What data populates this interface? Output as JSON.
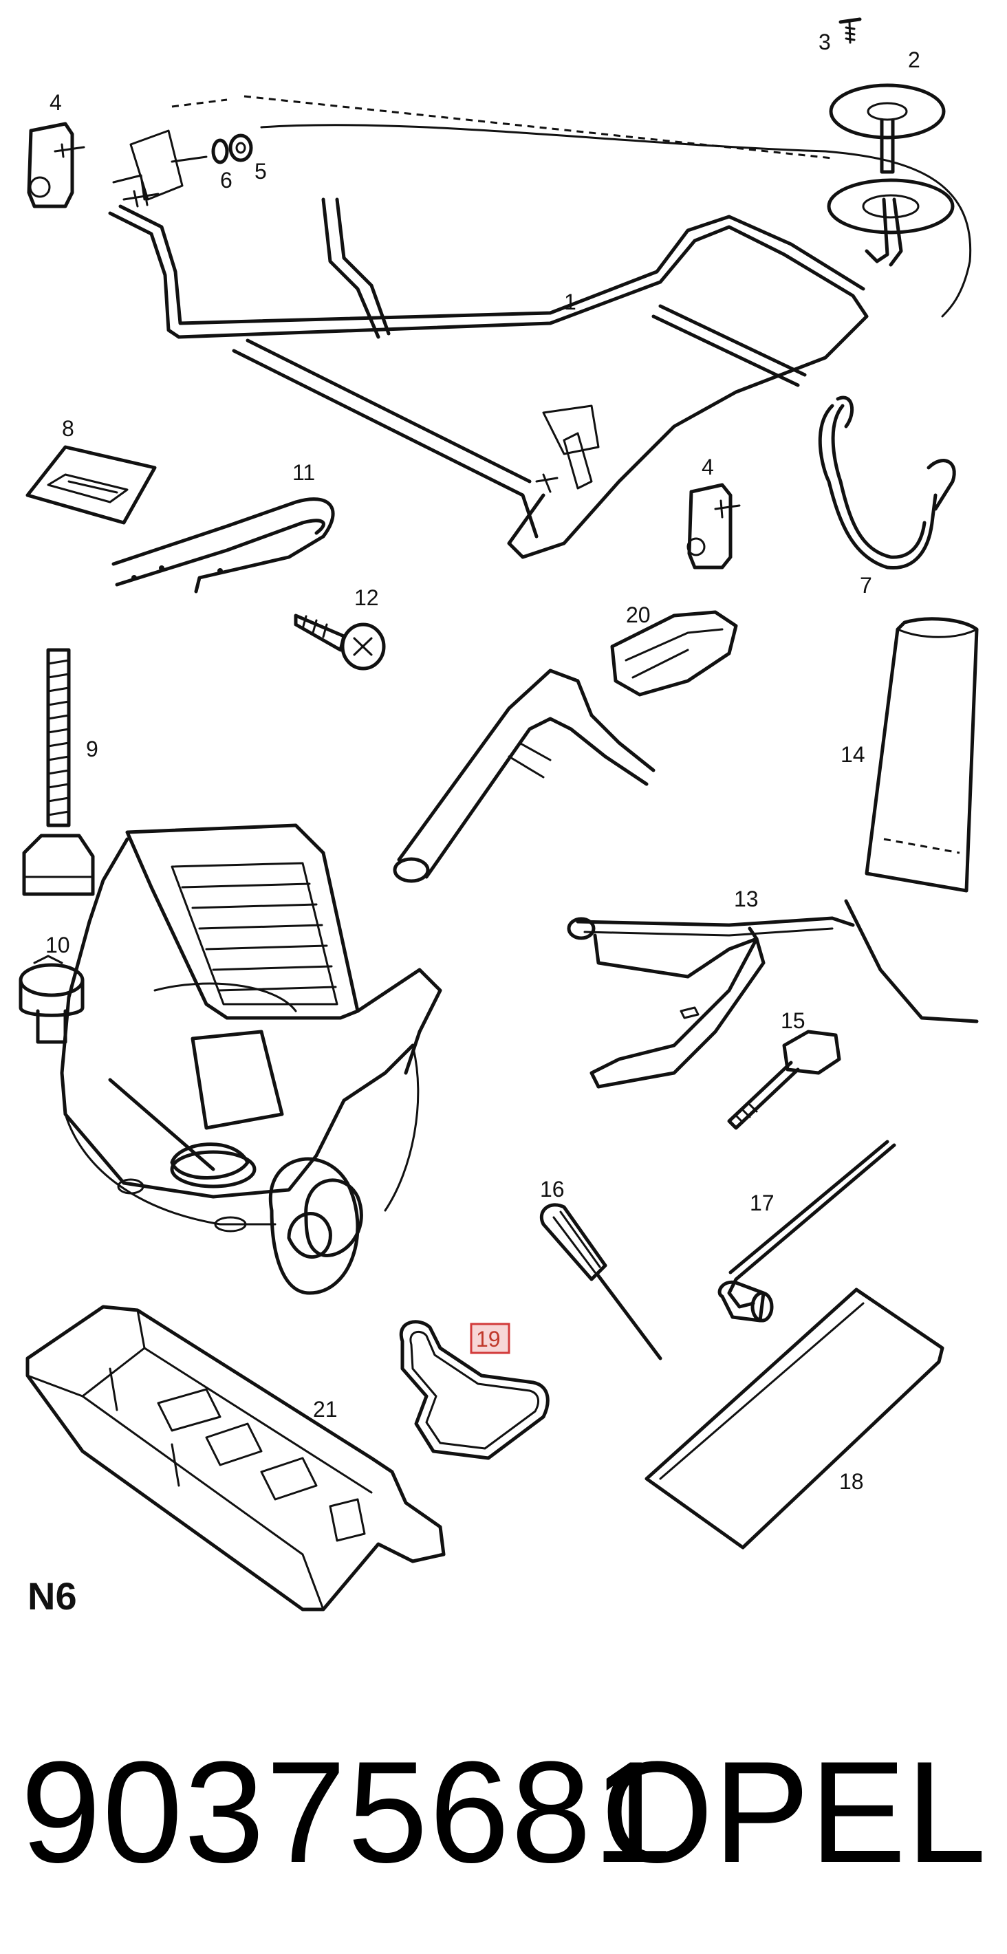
{
  "diagram": {
    "section_code": "N6",
    "callouts": [
      {
        "id": "c1",
        "label": "1"
      },
      {
        "id": "c2",
        "label": "2"
      },
      {
        "id": "c3",
        "label": "3"
      },
      {
        "id": "c4a",
        "label": "4"
      },
      {
        "id": "c5",
        "label": "5"
      },
      {
        "id": "c6",
        "label": "6"
      },
      {
        "id": "c4b",
        "label": "4"
      },
      {
        "id": "c7",
        "label": "7"
      },
      {
        "id": "c8",
        "label": "8"
      },
      {
        "id": "c9",
        "label": "9"
      },
      {
        "id": "c10",
        "label": "10"
      },
      {
        "id": "c11",
        "label": "11"
      },
      {
        "id": "c12",
        "label": "12"
      },
      {
        "id": "c13",
        "label": "13"
      },
      {
        "id": "c14",
        "label": "14"
      },
      {
        "id": "c15",
        "label": "15"
      },
      {
        "id": "c16",
        "label": "16"
      },
      {
        "id": "c17",
        "label": "17"
      },
      {
        "id": "c18",
        "label": "18"
      },
      {
        "id": "c19",
        "label": "19",
        "highlighted": true
      },
      {
        "id": "c20",
        "label": "20"
      },
      {
        "id": "c21",
        "label": "21"
      }
    ],
    "highlight_color": "#d23a3a"
  },
  "footer": {
    "part_number": "90375681",
    "brand": "OPEL"
  }
}
